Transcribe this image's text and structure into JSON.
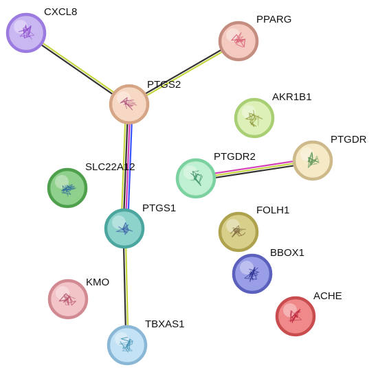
{
  "network": {
    "nodes": [
      {
        "id": "CXCL8",
        "label": "CXCL8",
        "fill": "#c9b7f2",
        "ring": "#9b7be0",
        "ink": "#8a48c9"
      },
      {
        "id": "PPARG",
        "label": "PPARG",
        "fill": "#f4c9c0",
        "ring": "#c48d80",
        "ink": "#d6566e"
      },
      {
        "id": "PTGS2",
        "label": "PTGS2",
        "fill": "#f7d8c4",
        "ring": "#d5a585",
        "ink": "#b0527c"
      },
      {
        "id": "AKR1B1",
        "label": "AKR1B1",
        "fill": "#ddf0b8",
        "ring": "#a8cf74",
        "ink": "#8f9a3a"
      },
      {
        "id": "PTGDR",
        "label": "PTGDR",
        "fill": "#f6e9c6",
        "ring": "#cdb98a",
        "ink": "#4f8f4a"
      },
      {
        "id": "PTGDR2",
        "label": "PTGDR2",
        "fill": "#bff0d2",
        "ring": "#7cd1a0",
        "ink": "#3a8f62"
      },
      {
        "id": "SLC22A12",
        "label": "SLC22A12",
        "fill": "#8fd08c",
        "ring": "#4fa04c",
        "ink": "#2f6a9e"
      },
      {
        "id": "PTGS1",
        "label": "PTGS1",
        "fill": "#8ed2cc",
        "ring": "#4aa69e",
        "ink": "#3c5fa8"
      },
      {
        "id": "FOLH1",
        "label": "FOLH1",
        "fill": "#d8cf8a",
        "ring": "#aea24e",
        "ink": "#7a6436"
      },
      {
        "id": "BBOX1",
        "label": "BBOX1",
        "fill": "#9a9ee6",
        "ring": "#5b60bd",
        "ink": "#2b2f8f"
      },
      {
        "id": "KMO",
        "label": "KMO",
        "fill": "#f2c3c7",
        "ring": "#d18a92",
        "ink": "#b04c66"
      },
      {
        "id": "ACHE",
        "label": "ACHE",
        "fill": "#f08a8a",
        "ring": "#c94d4f",
        "ink": "#b81f3a"
      },
      {
        "id": "TBXAS1",
        "label": "TBXAS1",
        "fill": "#c4e2f5",
        "ring": "#8ab7d6",
        "ink": "#3f8fb0"
      }
    ],
    "edges": [
      {
        "from": "CXCL8",
        "to": "PTGS2",
        "colors": [
          "#c5d640",
          "#333333"
        ]
      },
      {
        "from": "PPARG",
        "to": "PTGS2",
        "colors": [
          "#c5d640",
          "#333333"
        ]
      },
      {
        "from": "PTGS2",
        "to": "PTGS1",
        "colors": [
          "#3b53ff",
          "#d23fb6",
          "#333333",
          "#c5d640"
        ]
      },
      {
        "from": "PTGDR2",
        "to": "PTGDR",
        "colors": [
          "#d23fb6",
          "#c5d640",
          "#333333"
        ]
      },
      {
        "from": "PTGS1",
        "to": "TBXAS1",
        "colors": [
          "#c5d640",
          "#333333"
        ]
      }
    ]
  }
}
